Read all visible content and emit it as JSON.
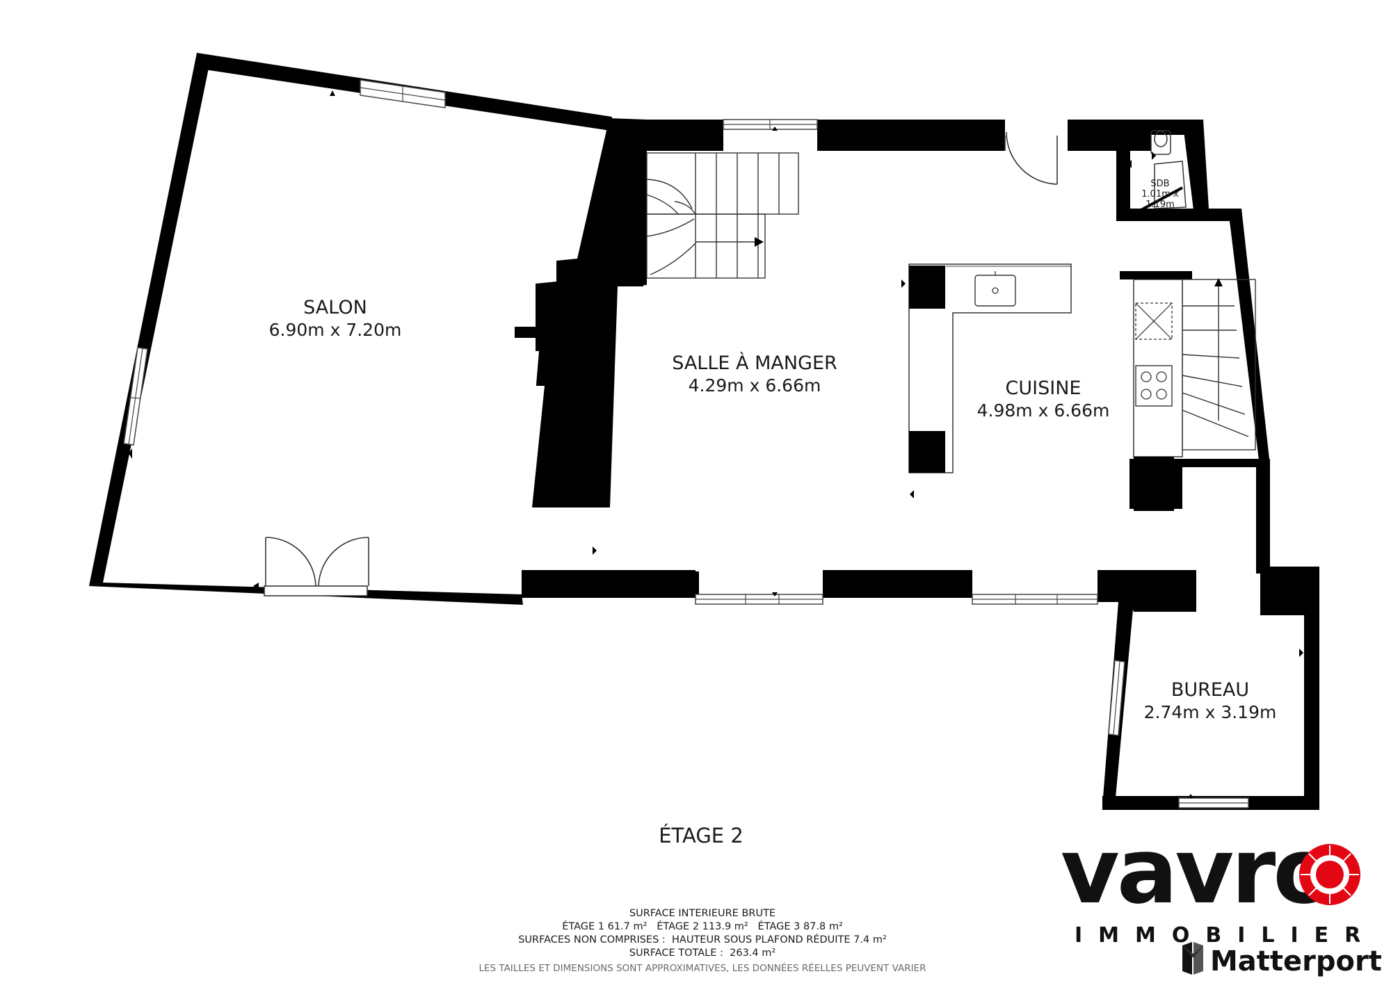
{
  "rooms": {
    "salon": {
      "name": "SALON",
      "dims": "6.90m x 7.20m"
    },
    "salle_a_manger": {
      "name": "SALLE À MANGER",
      "dims": "4.29m x 6.66m"
    },
    "cuisine": {
      "name": "CUISINE",
      "dims": "4.98m x 6.66m"
    },
    "bureau": {
      "name": "BUREAU",
      "dims": "2.74m x 3.19m"
    },
    "sdb": {
      "name": "SDB",
      "dims_line1": "1.01m x",
      "dims_line2": "1.19m"
    }
  },
  "floor_label": "ÉTAGE 2",
  "surfaces": {
    "heading": "SURFACE INTERIEURE BRUTE",
    "floors": "ÉTAGE 1 61.7 m²   ÉTAGE 2 113.9 m²   ÉTAGE 3 87.8 m²",
    "excluded": "SURFACES NON COMPRISES :  HAUTEUR SOUS PLAFOND RÉDUITE 7.4 m²",
    "total": "SURFACE TOTALE :  263.4 m²",
    "disclaimer": "LES TAILLES ET DIMENSIONS SONT APPROXIMATIVES, LES DONNÉES RÉELLES PEUVENT VARIER"
  },
  "branding": {
    "logo_text": "vavro",
    "logo_subtext": "IMMOBILIER",
    "logo_accent_color": "#e30613",
    "partner": "Matterport"
  },
  "colors": {
    "wall": "#000000",
    "background": "#ffffff",
    "fixture_stroke": "#333333"
  }
}
